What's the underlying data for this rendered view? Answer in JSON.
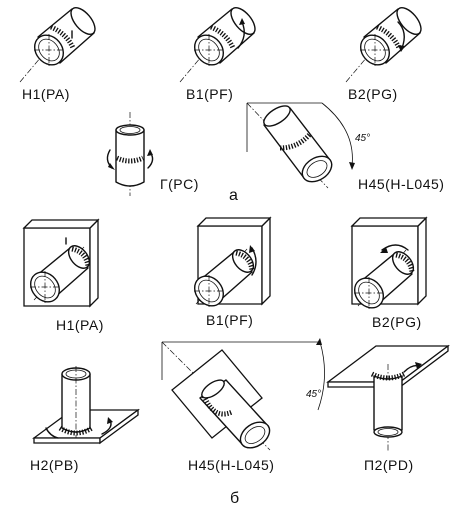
{
  "section_a": {
    "label": "а",
    "positions": [
      {
        "id": "h1",
        "label": "H1(PA)"
      },
      {
        "id": "b1",
        "label": "B1(PF)"
      },
      {
        "id": "b2",
        "label": "B2(PG)"
      },
      {
        "id": "g",
        "label": "Г(PC)"
      },
      {
        "id": "h45",
        "label": "H45(H-L045)",
        "angle": "45°"
      }
    ]
  },
  "section_b": {
    "label": "б",
    "positions": [
      {
        "id": "h1",
        "label": "H1(PA)"
      },
      {
        "id": "b1",
        "label": "B1(PF)"
      },
      {
        "id": "b2",
        "label": "B2(PG)"
      },
      {
        "id": "h2",
        "label": "H2(PB)"
      },
      {
        "id": "h45",
        "label": "H45(H-L045)",
        "angle": "45°"
      },
      {
        "id": "p2",
        "label": "П2(PD)"
      }
    ]
  }
}
